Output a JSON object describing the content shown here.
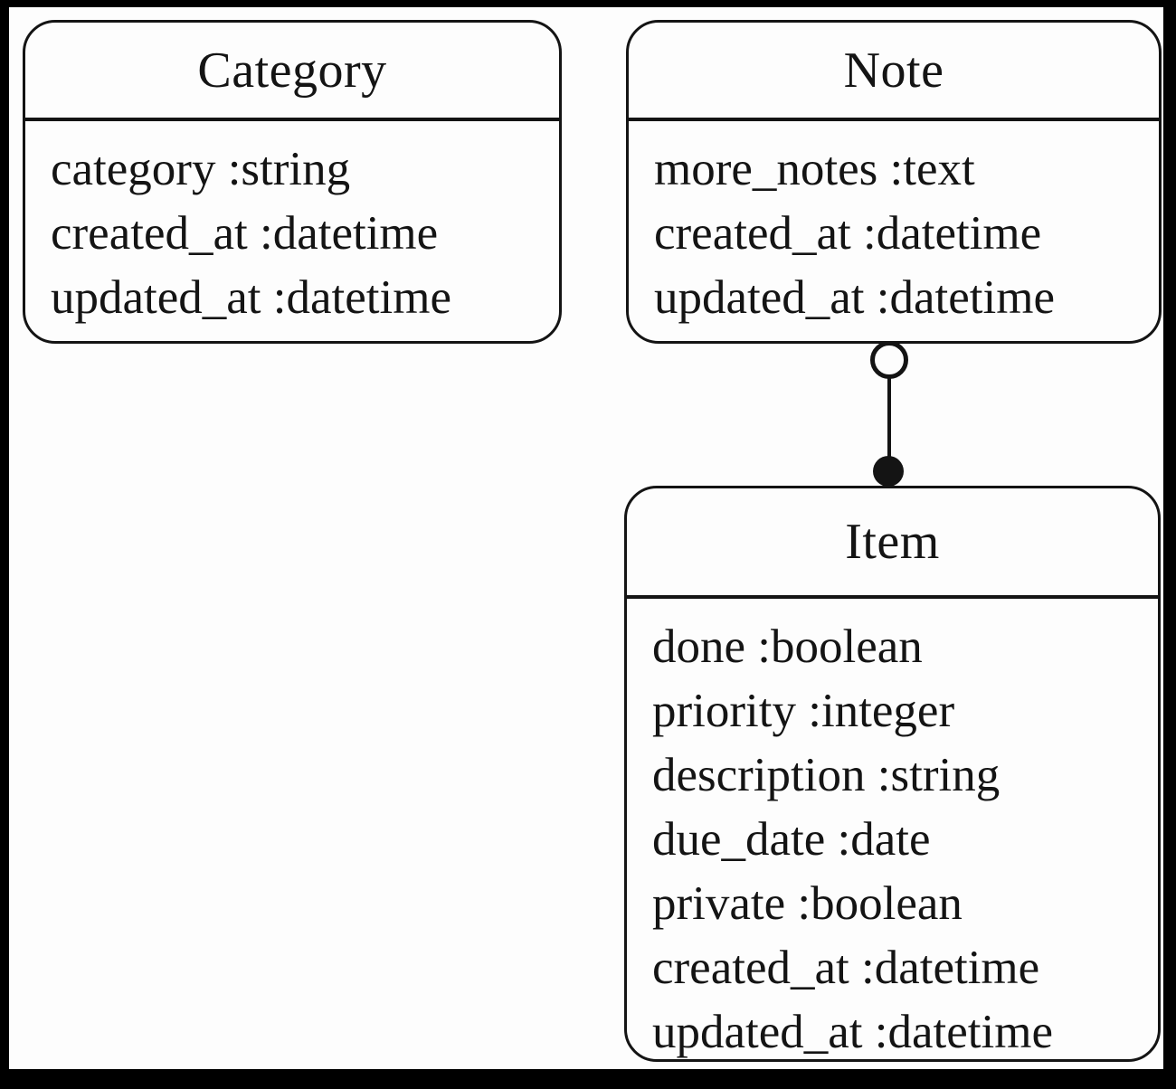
{
  "diagram": {
    "type": "entity-relationship-class-diagram",
    "colors": {
      "frame": "#000000",
      "canvas_background": "#fdfdfd",
      "stroke": "#141414",
      "text": "#141414"
    },
    "entities": [
      {
        "name": "Category",
        "attributes": [
          "category :string",
          "created_at :datetime",
          "updated_at :datetime"
        ]
      },
      {
        "name": "Note",
        "attributes": [
          "more_notes :text",
          "created_at :datetime",
          "updated_at :datetime"
        ]
      },
      {
        "name": "Item",
        "attributes": [
          "done :boolean",
          "priority :integer",
          "description :string",
          "due_date :date",
          "private :boolean",
          "created_at :datetime",
          "updated_at :datetime"
        ]
      }
    ],
    "relationships": [
      {
        "from": "Note",
        "to": "Item",
        "from_marker": "open-circle",
        "to_marker": "filled-circle",
        "style": "vertical-line"
      }
    ]
  }
}
